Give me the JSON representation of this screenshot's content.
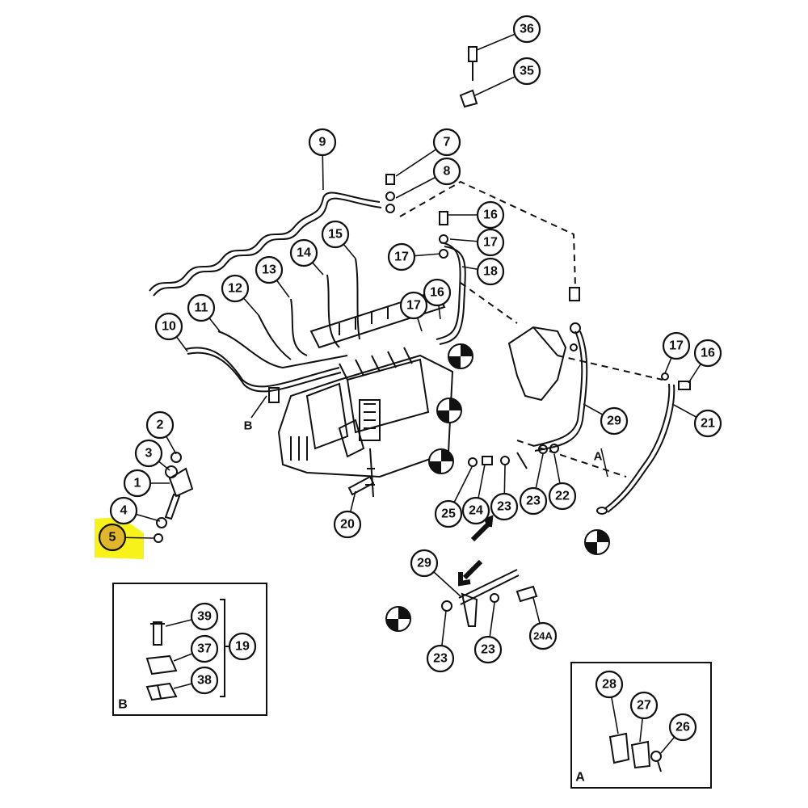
{
  "callouts": [
    "36",
    "35",
    "9",
    "7",
    "8",
    "16",
    "17",
    "17",
    "18",
    "15",
    "14",
    "13",
    "12",
    "11",
    "10",
    "17",
    "16",
    "2",
    "3",
    "1",
    "4",
    "5",
    "17",
    "16",
    "21",
    "29",
    "22",
    "23",
    "23",
    "24",
    "25",
    "20",
    "29",
    "23",
    "23",
    "24A",
    "39",
    "37",
    "38",
    "19",
    "28",
    "27",
    "26"
  ],
  "view_letters": [
    "B",
    "A"
  ],
  "inset_b": {
    "label": "B"
  },
  "inset_a": {
    "label": "A"
  },
  "highlighted_callout": "5",
  "colors": {
    "highlight": "#f7f21a",
    "highlight_circle": "#e0b62a",
    "ink": "#111111"
  }
}
